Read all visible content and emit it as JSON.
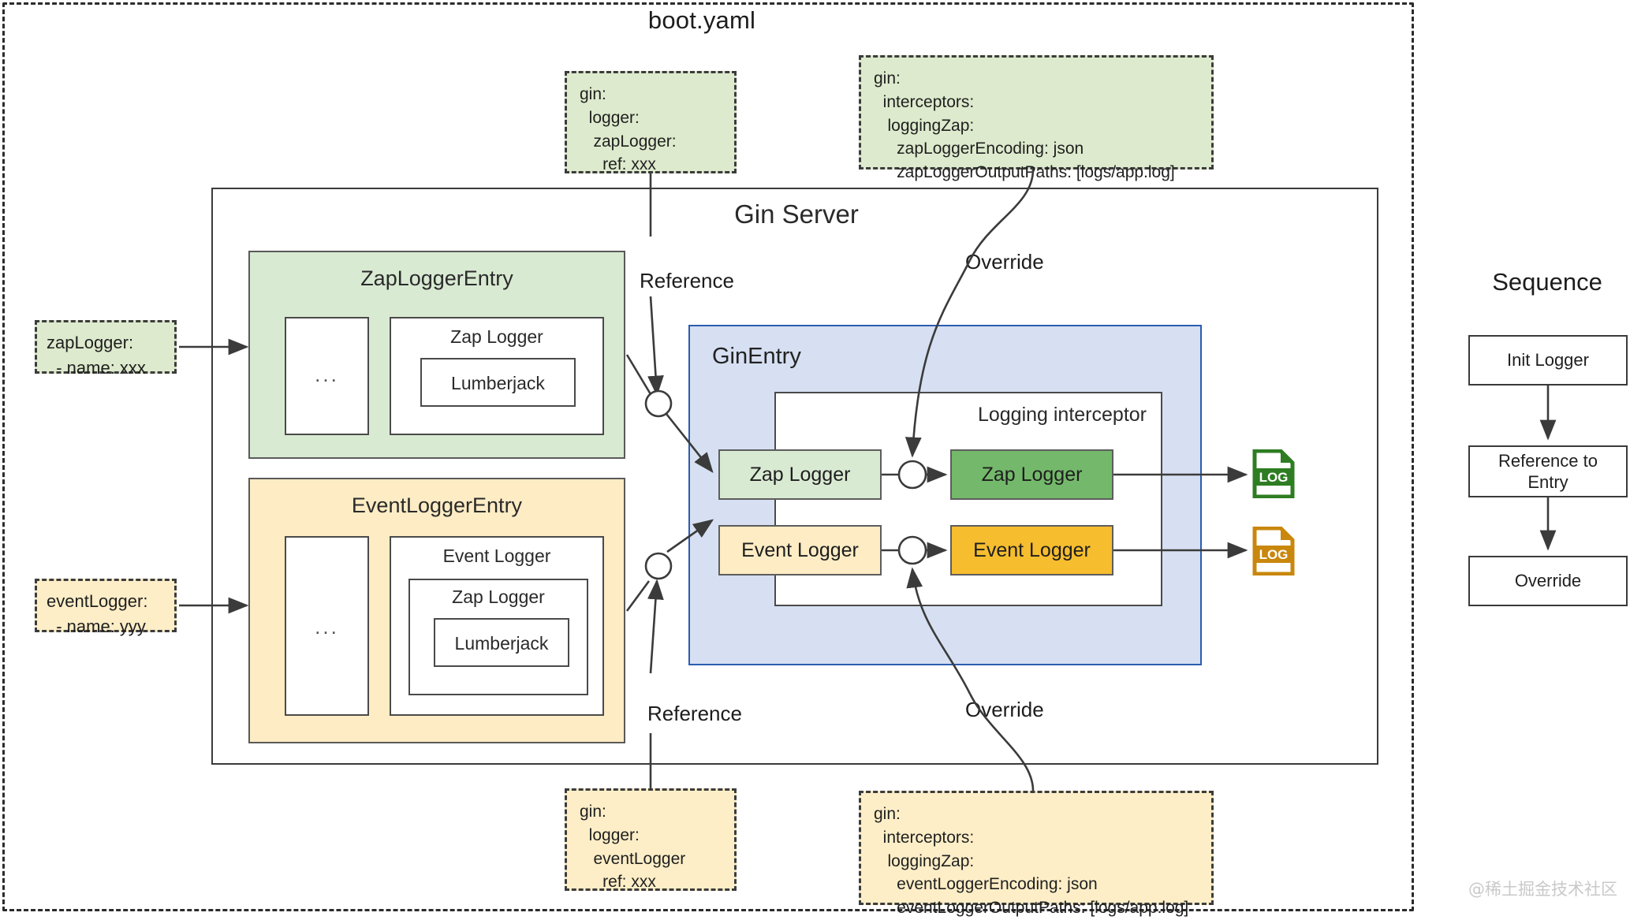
{
  "diagram": {
    "title": "boot.yaml",
    "watermark": "@稀土掘金技术社区"
  },
  "colors": {
    "green_fill": "#d9ead3",
    "green_solid": "#74b96b",
    "yellow_fill": "#fdecc4",
    "yellow_solid": "#f6bd2f",
    "blue_fill": "#d6e0f2",
    "blue_border": "#2a5db0",
    "log_green": "#2e7d22",
    "log_orange": "#c9870d"
  },
  "server": {
    "title": "Gin Server"
  },
  "zap_entry": {
    "title": "ZapLoggerEntry",
    "ellipsis": "...",
    "logger_label": "Zap Logger",
    "lumberjack_label": "Lumberjack"
  },
  "event_entry": {
    "title": "EventLoggerEntry",
    "ellipsis": "...",
    "event_logger_label": "Event Logger",
    "zap_logger_label": "Zap Logger",
    "lumberjack_label": "Lumberjack"
  },
  "gin_entry": {
    "title": "GinEntry",
    "interceptor_title": "Logging interceptor",
    "zap_logger_in": "Zap Logger",
    "event_logger_in": "Event Logger",
    "zap_logger_out": "Zap Logger",
    "event_logger_out": "Event Logger"
  },
  "tags": {
    "zap_logger_name": "zapLogger:\n  - name: xxx",
    "event_logger_name": "eventLogger:\n  - name: yyy"
  },
  "yaml_snippets": {
    "zap_reference": "gin:\n  logger:\n   zapLogger:\n     ref: xxx",
    "zap_override": "gin:\n  interceptors:\n   loggingZap:\n     zapLoggerEncoding: json\n     zapLoggerOutputPaths: [logs/app.log]",
    "event_reference": "gin:\n  logger:\n   eventLogger\n     ref: xxx",
    "event_override": "gin:\n  interceptors:\n   loggingZap:\n     eventLoggerEncoding: json\n     eventLoggerOutputPaths: [logs/app.log]"
  },
  "edge_labels": {
    "reference_top": "Reference",
    "override_top": "Override",
    "reference_bottom": "Reference",
    "override_bottom": "Override"
  },
  "log_outputs": {
    "zap_log_text": "LOG",
    "event_log_text": "LOG"
  },
  "sequence": {
    "title": "Sequence",
    "steps": [
      {
        "label": "Init Logger"
      },
      {
        "label": "Reference to\nEntry"
      },
      {
        "label": "Override"
      }
    ]
  }
}
